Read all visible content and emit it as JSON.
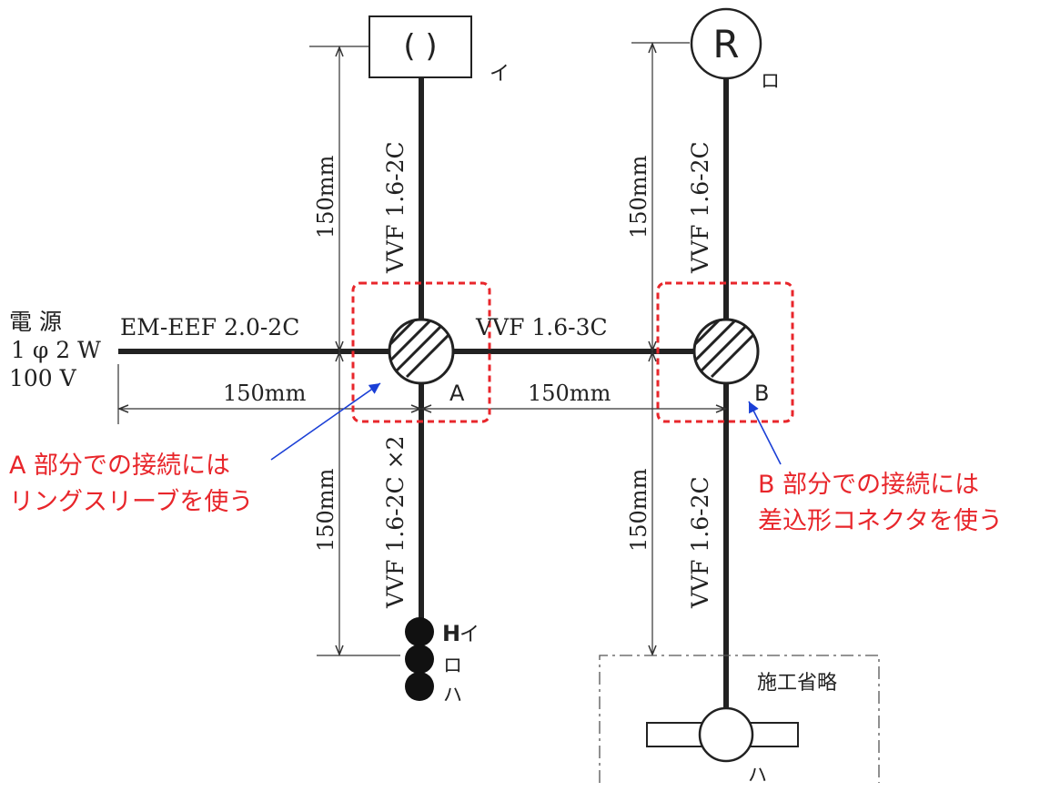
{
  "source": {
    "line1": "電 源",
    "line2": "1 φ 2 W",
    "line3": "100 V"
  },
  "cables": {
    "main": "EM-EEF 2.0-2C",
    "a_to_b": "VVF 1.6-3C",
    "to_i": "VVF 1.6-2C",
    "to_ro": "VVF 1.6-2C",
    "to_outlet": "VVF 1.6-2C ×2",
    "to_ha": "VVF 1.6-2C"
  },
  "dimensions": {
    "src_to_a": "150mm",
    "a_to_b": "150mm",
    "a_up": "150mm",
    "a_down": "150mm",
    "b_up": "150mm",
    "b_down": "150mm"
  },
  "junctions": {
    "a": "A",
    "b": "B"
  },
  "devices": {
    "lamp_i_symbol": "( )",
    "lamp_i_label": "イ",
    "lamp_r_symbol": "R",
    "lamp_r_label": "ロ",
    "outlet_h": "H",
    "outlet_i": "イ",
    "outlet_ro": "ロ",
    "outlet_ha": "ハ",
    "ha_label": "ハ"
  },
  "omitted": "施工省略",
  "notes": {
    "a_line1": "A 部分での接続には",
    "a_line2": "リングスリーブを使う",
    "b_line1": "B 部分での接続には",
    "b_line2": "差込形コネクタを使う"
  },
  "colors": {
    "annotation": "#e8262b",
    "arrow": "#1a3fd6",
    "line": "#222222"
  }
}
